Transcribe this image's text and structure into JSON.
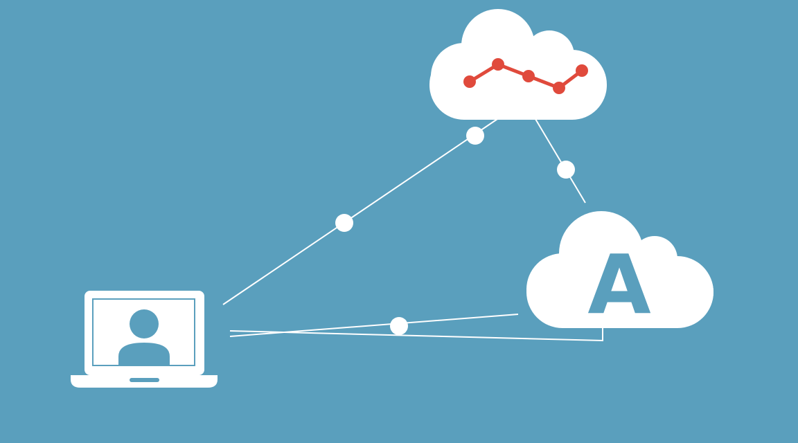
{
  "colors": {
    "background": "#5a9fbd",
    "foreground": "#ffffff",
    "accent": "#e04a3c"
  },
  "nodes": {
    "client": {
      "icon": "laptop-user-icon"
    },
    "analytics_cloud": {
      "icon": "cloud-line-chart-icon"
    },
    "service_cloud": {
      "icon": "cloud-letter-icon",
      "letter": "A"
    }
  },
  "connections": [
    {
      "from": "client",
      "to": "analytics_cloud"
    },
    {
      "from": "analytics_cloud",
      "to": "service_cloud"
    },
    {
      "from": "client",
      "to": "service_cloud"
    },
    {
      "from": "service_cloud",
      "to": "client"
    }
  ]
}
